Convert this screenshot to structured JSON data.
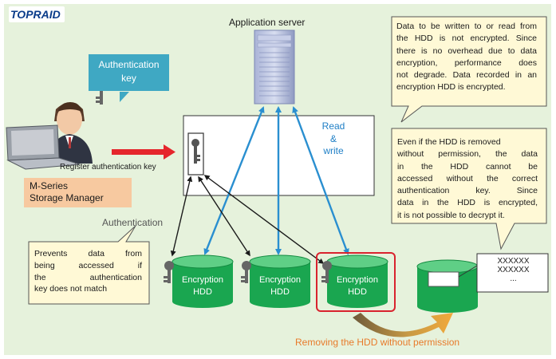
{
  "logo": {
    "text": "TOPRAID"
  },
  "app_server": {
    "title": "Application server"
  },
  "auth_key": {
    "line1": "Authentication",
    "line2": "key"
  },
  "register_label": "Register authentication key",
  "mseries": {
    "line1": "M-Series",
    "line2": "Storage Manager"
  },
  "authentication_label": "Authentication",
  "read_write": {
    "line1": "Read",
    "line2": "&",
    "line3": "write"
  },
  "notes": {
    "data_not_encrypted": [
      "Data to be written to or read from",
      "the HDD is not encrypted. Since",
      "there is no overhead due to data",
      "encryption, performance does",
      "not degrade. Data recorded in an",
      "encryption HDD is encrypted."
    ],
    "removed_hdd": [
      "Even if the HDD is removed",
      "without permission, the data",
      "in the HDD cannot be",
      "accessed without the correct",
      "authentication key. Since",
      "data in the HDD is encrypted,",
      "it is not possible to decrypt it."
    ],
    "prevents_access": [
      "Prevents data from",
      "being accessed if",
      "the authentication",
      "key does not match"
    ]
  },
  "hdds": [
    {
      "line1": "Encryption",
      "line2": "HDD"
    },
    {
      "line1": "Encryption",
      "line2": "HDD"
    },
    {
      "line1": "Encryption",
      "line2": "HDD"
    }
  ],
  "encrypted_data": {
    "line1": "XXXXXX",
    "line2": "XXXXXX",
    "line3": "..."
  },
  "removing_label": "Removing the HDD without permission",
  "colors": {
    "background": "#e6f2dc",
    "hdd_green": "#1aa650",
    "rw_arrow_blue": "#2a8fd0",
    "register_arrow_red": "#e5262c",
    "highlight_red": "#d9232e",
    "auth_key_teal": "#3fa8c3",
    "mseries_peach": "#f7c9a0",
    "removing_orange": "#e87a2a"
  }
}
